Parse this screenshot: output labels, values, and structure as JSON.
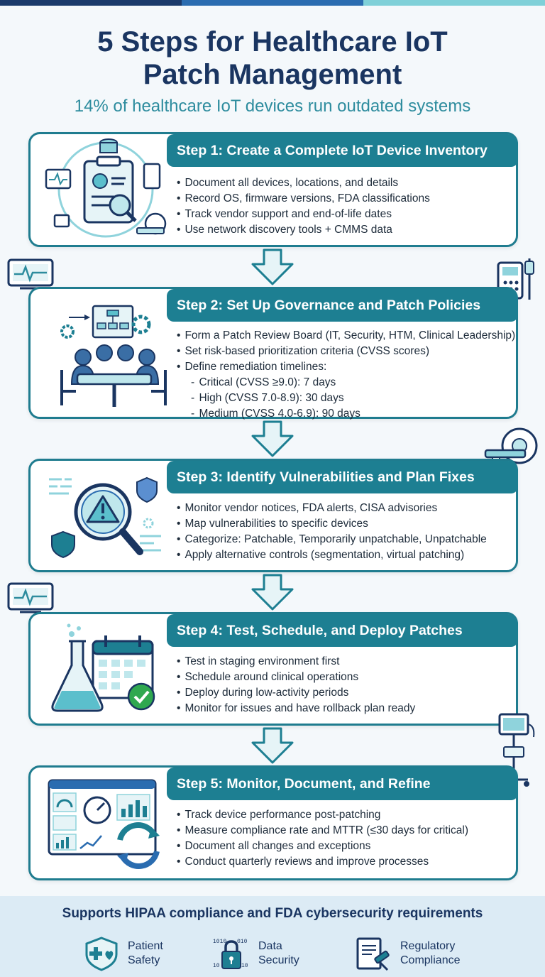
{
  "header": {
    "title_line1": "5 Steps for Healthcare IoT",
    "title_line2": "Patch Management",
    "subtitle": "14% of healthcare IoT devices run outdated systems"
  },
  "steps": [
    {
      "title": "Step 1: Create a Complete IoT Device Inventory",
      "bullets": [
        "Document all devices, locations, and details",
        "Record OS, firmware versions, FDA classifications",
        "Track vendor support and end-of-life dates",
        "Use network discovery tools + CMMS data"
      ]
    },
    {
      "title": "Step 2: Set Up Governance and Patch Policies",
      "bullets": [
        "Form a Patch Review Board (IT, Security, HTM, Clinical Leadership)",
        "Set risk-based prioritization criteria (CVSS scores)",
        "Define remediation timelines:"
      ],
      "sub_bullets": [
        "Critical (CVSS ≥9.0): 7 days",
        "High (CVSS 7.0-8.9): 30 days",
        "Medium (CVSS 4.0-6.9): 90 days"
      ]
    },
    {
      "title": "Step 3: Identify Vulnerabilities and Plan Fixes",
      "bullets": [
        "Monitor vendor notices, FDA alerts, CISA advisories",
        "Map vulnerabilities to specific devices",
        "Categorize: Patchable, Temporarily unpatchable, Unpatchable",
        "Apply alternative controls (segmentation, virtual patching)"
      ]
    },
    {
      "title": "Step 4: Test, Schedule, and Deploy Patches",
      "bullets": [
        "Test in staging environment first",
        "Schedule around clinical operations",
        "Deploy during low-activity periods",
        "Monitor for issues and have rollback plan ready"
      ]
    },
    {
      "title": "Step 5: Monitor, Document, and Refine",
      "bullets": [
        "Track device performance post-patching",
        "Measure compliance rate and MTTR (≤30 days for critical)",
        "Document all changes and exceptions",
        "Conduct quarterly reviews and improve processes"
      ]
    }
  ],
  "footer": {
    "title": "Supports HIPAA compliance and FDA cybersecurity requirements",
    "badges": [
      {
        "line1": "Patient",
        "line2": "Safety",
        "icon": "shield-heart-icon"
      },
      {
        "line1": "Data",
        "line2": "Security",
        "icon": "padlock-binary-icon"
      },
      {
        "line1": "Regulatory",
        "line2": "Compliance",
        "icon": "document-gavel-icon"
      }
    ]
  },
  "colors": {
    "title": "#1a3561",
    "accent": "#1d7f92",
    "subtitle": "#2d8c9e"
  }
}
